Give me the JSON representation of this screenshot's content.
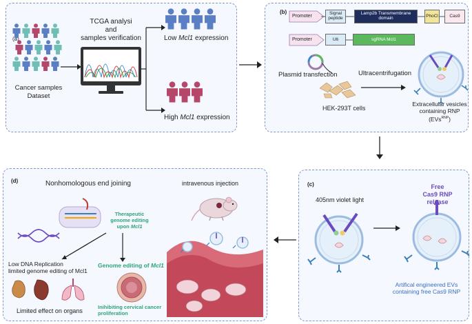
{
  "panel_a": {
    "label": "(a)",
    "tcga": [
      "TCGA analysi",
      "and",
      "samples verification"
    ],
    "dataset": [
      "Cancer samples",
      "Dataset"
    ],
    "low": {
      "pre": "Low ",
      "gene": "Mcl1",
      "post": " expression"
    },
    "high": {
      "pre": "High ",
      "gene": "Mcl1",
      "post": " expression"
    }
  },
  "panel_b": {
    "label": "(b)",
    "construct1": [
      "Promoter",
      "Signal peptide",
      "Lamp2b Transmembrane domain",
      "PhoCl",
      "Cas9"
    ],
    "construct2": [
      "Promoter",
      "U6",
      "sgRNA Mcl1"
    ],
    "plasmid": "Plasmid transfection",
    "ultra": "Ultracentrifugation",
    "hek": "HEK-293T cells",
    "evs": [
      "Extracellular vesicles",
      "containing RNP",
      "(EVs",
      "RNP",
      ")"
    ]
  },
  "panel_c": {
    "label": "(c)",
    "light": "405nm violet light",
    "free": [
      "Free",
      "Cas9 RNP",
      "release"
    ],
    "evs": [
      "Artifical engineered EVs",
      "containing free Cas9 RNP"
    ]
  },
  "panel_d": {
    "label": "(d)",
    "nhej": "Nonhomologous end joining",
    "injection": "intravenous injection",
    "therapeutic": [
      "Therapeutic",
      "genome editing",
      "upon "
    ],
    "mcl1": "Mcl1",
    "low_rep": [
      "Low DNA Replication",
      "limited genome editing of Mcl1"
    ],
    "editing": "Genome editing of ",
    "limited": "Limited effect on organs",
    "inhibit": [
      "Inihibiting cervical cancer",
      "proliferation"
    ]
  },
  "colors": {
    "panel_border": "#7f97c9",
    "panel_bg": "#f5f8ff",
    "low_people": "#5b7fc4",
    "high_people": "#b5476a",
    "green": "#2ea37a",
    "purple": "#6a4bbd",
    "blue_text": "#3b6ec4",
    "tumor": "#c96a74"
  }
}
